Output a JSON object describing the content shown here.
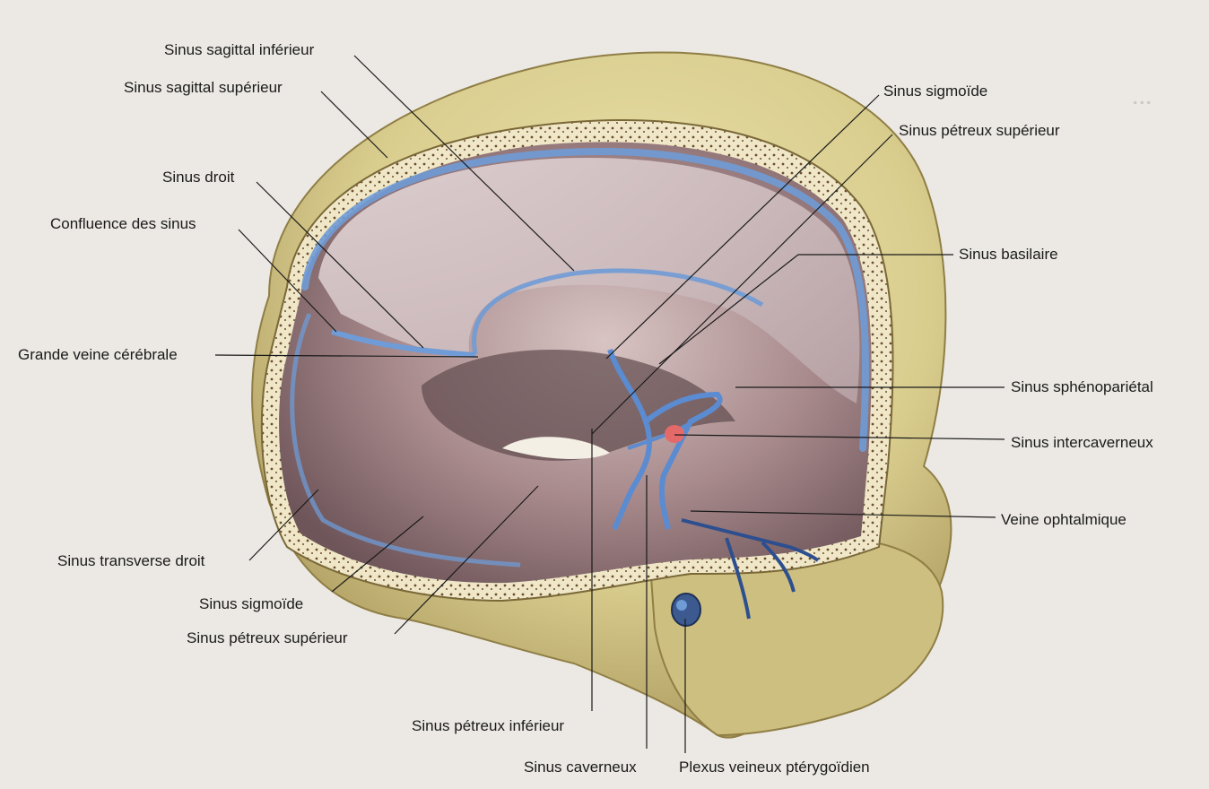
{
  "labels": {
    "sinus_sagittal_inferieur": "Sinus sagittal inférieur",
    "sinus_sagittal_superieur": "Sinus sagittal supérieur",
    "sinus_droit": "Sinus droit",
    "confluence_des_sinus": "Confluence des sinus",
    "grande_veine_cerebrale": "Grande veine cérébrale",
    "sinus_transverse_droit": "Sinus transverse droit",
    "sinus_sigmoide_left": "Sinus sigmoïde",
    "sinus_petreux_superieur_left": "Sinus pétreux supérieur",
    "sinus_petreux_inferieur": "Sinus pétreux inférieur",
    "sinus_caverneux": "Sinus caverneux",
    "plexus_veineux_pterygoidien": "Plexus veineux ptérygoïdien",
    "sinus_sigmoide_right": "Sinus sigmoïde",
    "sinus_petreux_superieur_right": "Sinus pétreux supérieur",
    "sinus_basilaire": "Sinus basilaire",
    "sinus_sphenoparietal": "Sinus sphénopariétal",
    "sinus_intercaverneux": "Sinus intercaverneux",
    "veine_ophtalmique": "Veine ophtalmique"
  },
  "colors": {
    "bone": "#d9cd8e",
    "bone_shadow": "#b9a866",
    "dura_interior": "#9c8184",
    "falx": "#cdbcc0",
    "sinus_blue": "#6f9bd6",
    "vein_dark": "#2d4f8f",
    "leader_line": "#1a1a1a"
  }
}
